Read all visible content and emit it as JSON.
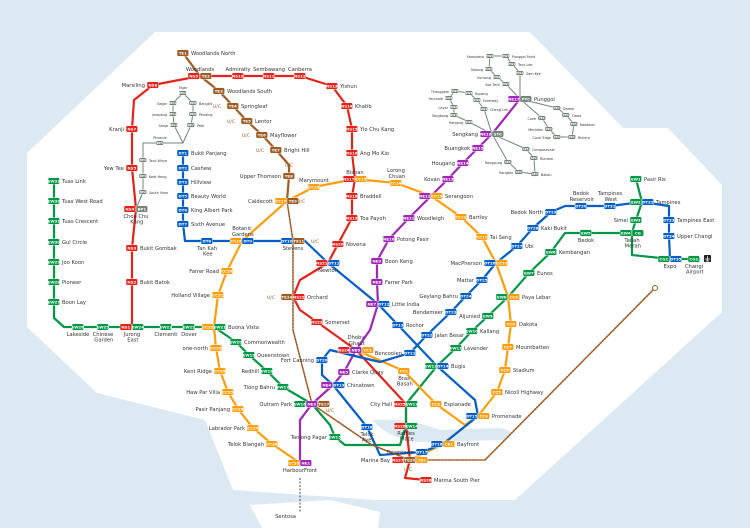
{
  "line_colors": {
    "NS": "#e2231a",
    "EW": "#009645",
    "CG": "#009645",
    "NE": "#9e28b5",
    "CC": "#fa9e0d",
    "CE": "#fa9e0d",
    "DT": "#005ec4",
    "TE": "#9d5b25",
    "LRT": "#748477"
  },
  "uc_label": "U/C",
  "sentosa_label": "Sentosa",
  "stations": [
    {
      "name": "Jurong East",
      "codes": [
        "NS1",
        "EW24"
      ]
    },
    {
      "name": "Bukit Batok",
      "codes": [
        "NS2"
      ]
    },
    {
      "name": "Bukit Gombak",
      "codes": [
        "NS3"
      ]
    },
    {
      "name": "Choa Chu Kang",
      "codes": [
        "NS4",
        "BP1"
      ]
    },
    {
      "name": "Yew Tee",
      "codes": [
        "NS5"
      ]
    },
    {
      "name": "Kranji",
      "codes": [
        "NS7"
      ]
    },
    {
      "name": "Marsiling",
      "codes": [
        "NS8"
      ]
    },
    {
      "name": "Woodlands",
      "codes": [
        "NS9",
        "TE2"
      ]
    },
    {
      "name": "Admiralty",
      "codes": [
        "NS10"
      ]
    },
    {
      "name": "Sembawang",
      "codes": [
        "NS11"
      ]
    },
    {
      "name": "Canberra",
      "codes": [
        "NS12"
      ]
    },
    {
      "name": "Yishun",
      "codes": [
        "NS13"
      ]
    },
    {
      "name": "Khatib",
      "codes": [
        "NS14"
      ]
    },
    {
      "name": "Yio Chu Kang",
      "codes": [
        "NS15"
      ]
    },
    {
      "name": "Ang Mo Kio",
      "codes": [
        "NS16"
      ]
    },
    {
      "name": "Bishan",
      "codes": [
        "NS17",
        "CC15"
      ]
    },
    {
      "name": "Braddell",
      "codes": [
        "NS18"
      ]
    },
    {
      "name": "Toa Payoh",
      "codes": [
        "NS19"
      ]
    },
    {
      "name": "Novena",
      "codes": [
        "NS20"
      ]
    },
    {
      "name": "Newton",
      "codes": [
        "NS21",
        "DT11"
      ]
    },
    {
      "name": "Orchard",
      "codes": [
        "TE14",
        "NS22"
      ]
    },
    {
      "name": "Somerset",
      "codes": [
        "NS23"
      ]
    },
    {
      "name": "Dhoby Ghaut",
      "codes": [
        "NS24",
        "NE6",
        "CC1"
      ]
    },
    {
      "name": "City Hall",
      "codes": [
        "NS25",
        "EW13"
      ]
    },
    {
      "name": "Raffles Place",
      "codes": [
        "NS26",
        "EW14"
      ]
    },
    {
      "name": "Marina Bay",
      "codes": [
        "NS27",
        "TE20",
        "CE2"
      ]
    },
    {
      "name": "Marina South Pier",
      "codes": [
        "NS28"
      ]
    },
    {
      "name": "Tuas Link",
      "codes": [
        "EW33"
      ]
    },
    {
      "name": "Tuas West Road",
      "codes": [
        "EW32"
      ]
    },
    {
      "name": "Tuas Crescent",
      "codes": [
        "EW31"
      ]
    },
    {
      "name": "Gul Circle",
      "codes": [
        "EW30"
      ]
    },
    {
      "name": "Joo Koon",
      "codes": [
        "EW29"
      ]
    },
    {
      "name": "Pioneer",
      "codes": [
        "EW28"
      ]
    },
    {
      "name": "Boon Lay",
      "codes": [
        "EW27"
      ]
    },
    {
      "name": "Lakeside",
      "codes": [
        "EW26"
      ]
    },
    {
      "name": "Chinese Garden",
      "codes": [
        "EW25"
      ]
    },
    {
      "name": "Clementi",
      "codes": [
        "EW23"
      ]
    },
    {
      "name": "Dover",
      "codes": [
        "EW22"
      ]
    },
    {
      "name": "Buona Vista",
      "codes": [
        "CC22",
        "EW21"
      ]
    },
    {
      "name": "Commonwealth",
      "codes": [
        "EW20"
      ]
    },
    {
      "name": "Queenstown",
      "codes": [
        "EW19"
      ]
    },
    {
      "name": "Redhill",
      "codes": [
        "EW18"
      ]
    },
    {
      "name": "Tiong Bahru",
      "codes": [
        "EW17"
      ]
    },
    {
      "name": "Outram Park",
      "codes": [
        "EW16",
        "NE3",
        "TE17"
      ]
    },
    {
      "name": "Tanjong Pagar",
      "codes": [
        "EW15"
      ]
    },
    {
      "name": "Bugis",
      "codes": [
        "EW12",
        "DT14"
      ]
    },
    {
      "name": "Lavender",
      "codes": [
        "EW11"
      ]
    },
    {
      "name": "Kallang",
      "codes": [
        "EW10"
      ]
    },
    {
      "name": "Aljunied",
      "codes": [
        "EW9"
      ]
    },
    {
      "name": "Paya Lebar",
      "codes": [
        "EW8",
        "CC9"
      ]
    },
    {
      "name": "Eunos",
      "codes": [
        "EW7"
      ]
    },
    {
      "name": "Kembangan",
      "codes": [
        "EW6"
      ]
    },
    {
      "name": "Bedok",
      "codes": [
        "EW5"
      ]
    },
    {
      "name": "Tanah Merah",
      "codes": [
        "EW4",
        "CG"
      ]
    },
    {
      "name": "Simei",
      "codes": [
        "EW3"
      ]
    },
    {
      "name": "Tampines",
      "codes": [
        "EW2",
        "DT32"
      ]
    },
    {
      "name": "Pasir Ris",
      "codes": [
        "EW1"
      ]
    },
    {
      "name": "Expo",
      "codes": [
        "CG1",
        "DT35"
      ]
    },
    {
      "name": "Changi Airport",
      "codes": [
        "CG2"
      ]
    },
    {
      "name": "HarbourFront",
      "codes": [
        "CC29",
        "NE1"
      ]
    },
    {
      "name": "Chinatown",
      "codes": [
        "NE4",
        "DT19"
      ]
    },
    {
      "name": "Clarke Quay",
      "codes": [
        "NE5"
      ]
    },
    {
      "name": "Little India",
      "codes": [
        "NE7",
        "DT12"
      ]
    },
    {
      "name": "Farrer Park",
      "codes": [
        "NE8"
      ]
    },
    {
      "name": "Boon Keng",
      "codes": [
        "NE9"
      ]
    },
    {
      "name": "Potong Pasir",
      "codes": [
        "NE10"
      ]
    },
    {
      "name": "Woodleigh",
      "codes": [
        "NE11"
      ]
    },
    {
      "name": "Serangoon",
      "codes": [
        "NE12",
        "CC13"
      ]
    },
    {
      "name": "Kovan",
      "codes": [
        "NE13"
      ]
    },
    {
      "name": "Hougang",
      "codes": [
        "NE14"
      ]
    },
    {
      "name": "Buangkok",
      "codes": [
        "NE15"
      ]
    },
    {
      "name": "Sengkang",
      "codes": [
        "NE16",
        "STC"
      ]
    },
    {
      "name": "Punggol",
      "codes": [
        "NE17",
        "PTC"
      ]
    },
    {
      "name": "Bras Basah",
      "codes": [
        "CC2"
      ]
    },
    {
      "name": "Esplanade",
      "codes": [
        "CC3"
      ]
    },
    {
      "name": "Promenade",
      "codes": [
        "DT15",
        "CC4"
      ]
    },
    {
      "name": "Nicoll Highway",
      "codes": [
        "CC5"
      ]
    },
    {
      "name": "Stadium",
      "codes": [
        "CC6"
      ]
    },
    {
      "name": "Mountbatten",
      "codes": [
        "CC7"
      ]
    },
    {
      "name": "Dakota",
      "codes": [
        "CC8"
      ]
    },
    {
      "name": "MacPherson",
      "codes": [
        "DT26",
        "CC10"
      ]
    },
    {
      "name": "Tai Seng",
      "codes": [
        "CC11"
      ]
    },
    {
      "name": "Bartley",
      "codes": [
        "CC12"
      ]
    },
    {
      "name": "Lorong Chuan",
      "codes": [
        "CC14"
      ]
    },
    {
      "name": "Marymount",
      "codes": [
        "CC16"
      ]
    },
    {
      "name": "Caldecott",
      "codes": [
        "CC17",
        "TE9"
      ]
    },
    {
      "name": "Botanic Gardens",
      "codes": [
        "CC19",
        "DT9"
      ]
    },
    {
      "name": "Farrer Road",
      "codes": [
        "CC20"
      ]
    },
    {
      "name": "Holland Village",
      "codes": [
        "CC21"
      ]
    },
    {
      "name": "one-north",
      "codes": [
        "CC23"
      ]
    },
    {
      "name": "Kent Ridge",
      "codes": [
        "CC24"
      ]
    },
    {
      "name": "Haw Par Villa",
      "codes": [
        "CC25"
      ]
    },
    {
      "name": "Pasir Panjang",
      "codes": [
        "CC26"
      ]
    },
    {
      "name": "Labrador Park",
      "codes": [
        "CC27"
      ]
    },
    {
      "name": "Telok Blangah",
      "codes": [
        "CC28"
      ]
    },
    {
      "name": "Bayfront",
      "codes": [
        "DT16",
        "CE1"
      ]
    },
    {
      "name": "Bukit Panjang",
      "codes": [
        "DT1"
      ]
    },
    {
      "name": "Cashew",
      "codes": [
        "DT2"
      ]
    },
    {
      "name": "Hillview",
      "codes": [
        "DT3"
      ]
    },
    {
      "name": "Beauty World",
      "codes": [
        "DT5"
      ]
    },
    {
      "name": "King Albert Park",
      "codes": [
        "DT6"
      ]
    },
    {
      "name": "Sixth Avenue",
      "codes": [
        "DT7"
      ]
    },
    {
      "name": "Tan Kah Kee",
      "codes": [
        "DT8"
      ]
    },
    {
      "name": "Stevens",
      "codes": [
        "DT10",
        "TE11"
      ]
    },
    {
      "name": "Rochor",
      "codes": [
        "DT13"
      ]
    },
    {
      "name": "Downtown",
      "codes": [
        "DT17"
      ]
    },
    {
      "name": "Telok Ayer",
      "codes": [
        "DT18"
      ]
    },
    {
      "name": "Fort Canning",
      "codes": [
        "DT20"
      ]
    },
    {
      "name": "Bencoolen",
      "codes": [
        "DT21"
      ]
    },
    {
      "name": "Jalan Besar",
      "codes": [
        "DT22"
      ]
    },
    {
      "name": "Bendemeer",
      "codes": [
        "DT23"
      ]
    },
    {
      "name": "Geylang Bahru",
      "codes": [
        "DT24"
      ]
    },
    {
      "name": "Mattar",
      "codes": [
        "DT25"
      ]
    },
    {
      "name": "Ubi",
      "codes": [
        "DT27"
      ]
    },
    {
      "name": "Kaki Bukit",
      "codes": [
        "DT28"
      ]
    },
    {
      "name": "Bedok North",
      "codes": [
        "DT29"
      ]
    },
    {
      "name": "Bedok Reservoir",
      "codes": [
        "DT30"
      ]
    },
    {
      "name": "Tampines West",
      "codes": [
        "DT31"
      ]
    },
    {
      "name": "Tampines East",
      "codes": [
        "DT33"
      ]
    },
    {
      "name": "Upper Changi",
      "codes": [
        "DT34"
      ]
    },
    {
      "name": "Woodlands North",
      "codes": [
        "TE1"
      ]
    },
    {
      "name": "Woodlands South",
      "codes": [
        "TE3"
      ]
    },
    {
      "name": "Springleaf",
      "codes": [
        "TE4"
      ]
    },
    {
      "name": "Lentor",
      "codes": [
        "TE5"
      ]
    },
    {
      "name": "Mayflower",
      "codes": [
        "TE6"
      ]
    },
    {
      "name": "Bright Hill",
      "codes": [
        "TE7"
      ]
    },
    {
      "name": "Upper Thomson",
      "codes": [
        "TE8"
      ]
    },
    {
      "name": "South View",
      "codes": [
        "BP2"
      ]
    },
    {
      "name": "Keat Hong",
      "codes": [
        "BP3"
      ]
    },
    {
      "name": "Teck Whye",
      "codes": [
        "BP4"
      ]
    },
    {
      "name": "Phoenix",
      "codes": [
        "BP5"
      ]
    },
    {
      "name": "Petir",
      "codes": [
        "BP7"
      ]
    },
    {
      "name": "Pending",
      "codes": [
        "BP8"
      ]
    },
    {
      "name": "Bangkit",
      "codes": [
        "BP9"
      ]
    },
    {
      "name": "Fajar",
      "codes": [
        "BP10"
      ]
    },
    {
      "name": "Segar",
      "codes": [
        "BP11"
      ]
    },
    {
      "name": "Jelapang",
      "codes": [
        "BP12"
      ]
    },
    {
      "name": "Senja",
      "codes": [
        "BP13"
      ]
    },
    {
      "name": "Compassvale",
      "codes": [
        "SE1"
      ]
    },
    {
      "name": "Rumbia",
      "codes": [
        "SE2"
      ]
    },
    {
      "name": "Bakau",
      "codes": [
        "SE3"
      ]
    },
    {
      "name": "Kangkar",
      "codes": [
        "SE4"
      ]
    },
    {
      "name": "Ranggung",
      "codes": [
        "SE5"
      ]
    },
    {
      "name": "Cheng Lim",
      "codes": [
        "SW1"
      ]
    },
    {
      "name": "Farmway",
      "codes": [
        "SW2"
      ]
    },
    {
      "name": "Kupang",
      "codes": [
        "SW3"
      ]
    },
    {
      "name": "Thanggam",
      "codes": [
        "SW4"
      ]
    },
    {
      "name": "Fernvale",
      "codes": [
        "SW5"
      ]
    },
    {
      "name": "Layar",
      "codes": [
        "SW6"
      ]
    },
    {
      "name": "Tongkang",
      "codes": [
        "SW7"
      ]
    },
    {
      "name": "Renjong",
      "codes": [
        "SW8"
      ]
    },
    {
      "name": "Cove",
      "codes": [
        "PE1"
      ]
    },
    {
      "name": "Meridian",
      "codes": [
        "PE2"
      ]
    },
    {
      "name": "Coral Edge",
      "codes": [
        "PE3"
      ]
    },
    {
      "name": "Riviera",
      "codes": [
        "PE4"
      ]
    },
    {
      "name": "Kadaloor",
      "codes": [
        "PE5"
      ]
    },
    {
      "name": "Oasis",
      "codes": [
        "PE6"
      ]
    },
    {
      "name": "Damai",
      "codes": [
        "PE7"
      ]
    },
    {
      "name": "Sam Kee",
      "codes": [
        "PW1"
      ]
    },
    {
      "name": "Teck Lee",
      "codes": [
        "PW2"
      ]
    },
    {
      "name": "Punggol Point",
      "codes": [
        "PW3"
      ]
    },
    {
      "name": "Samudera",
      "codes": [
        "PW4"
      ]
    },
    {
      "name": "Nibong",
      "codes": [
        "PW5"
      ]
    },
    {
      "name": "Sumang",
      "codes": [
        "PW6"
      ]
    },
    {
      "name": "Soo Teck",
      "codes": [
        "PW7"
      ]
    }
  ]
}
